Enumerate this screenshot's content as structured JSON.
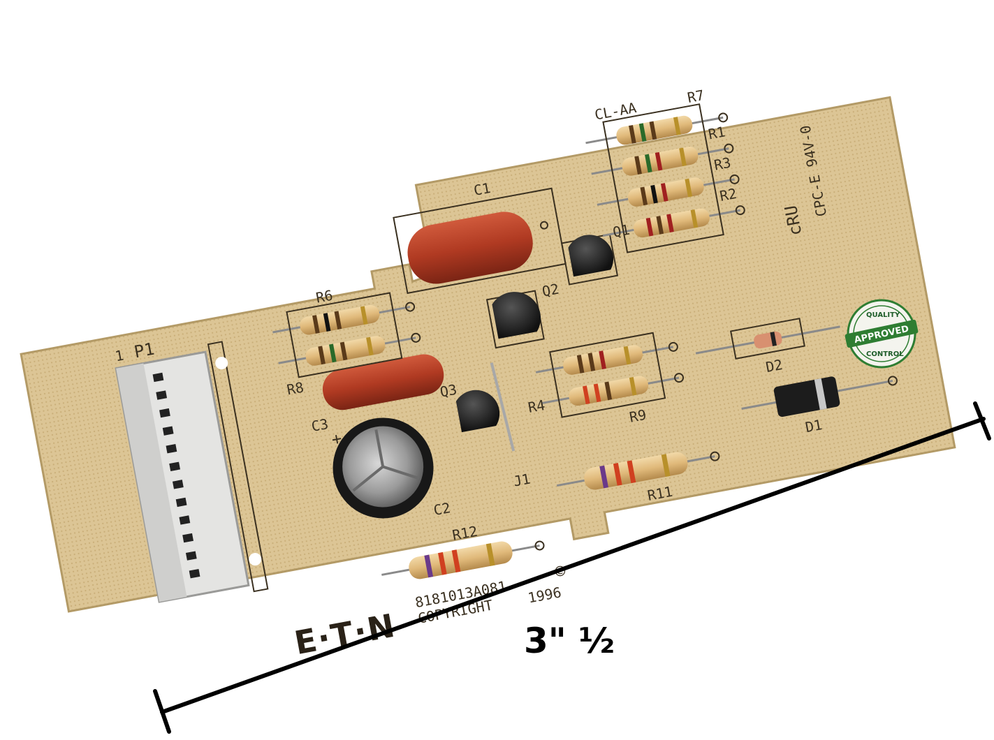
{
  "board": {
    "brand": "E·T·N",
    "part_number": "8181013A081",
    "copyright": "COPYRIGHT",
    "year": "1996",
    "copyright_symbol": "©",
    "flammability": "CPC-E 94V-0",
    "mark_cl": "CL-AA",
    "ul_mark": "cRU",
    "designators": {
      "p1": "P1",
      "pin1": "1",
      "c1": "C1",
      "c2": "C2",
      "c3": "C3",
      "plus": "+",
      "q1": "Q1",
      "q2": "Q2",
      "q3": "Q3",
      "r1": "R1",
      "r2": "R2",
      "r3": "R3",
      "r4": "R4",
      "r6": "R6",
      "r7": "R7",
      "r8": "R8",
      "r9": "R9",
      "r11": "R11",
      "r12": "R12",
      "d1": "D1",
      "d2": "D2",
      "j1": "J1"
    }
  },
  "seal": {
    "top": "QUALITY",
    "band": "APPROVED",
    "bottom": "CONTROL",
    "color": "#2e7d32"
  },
  "dimension": {
    "label": "3\" ½"
  },
  "colors": {
    "pcb": "#d8c08c",
    "silkscreen": "#3a3020",
    "capacitor": "#b33a22",
    "electrolytic": "#1a1a1a"
  }
}
